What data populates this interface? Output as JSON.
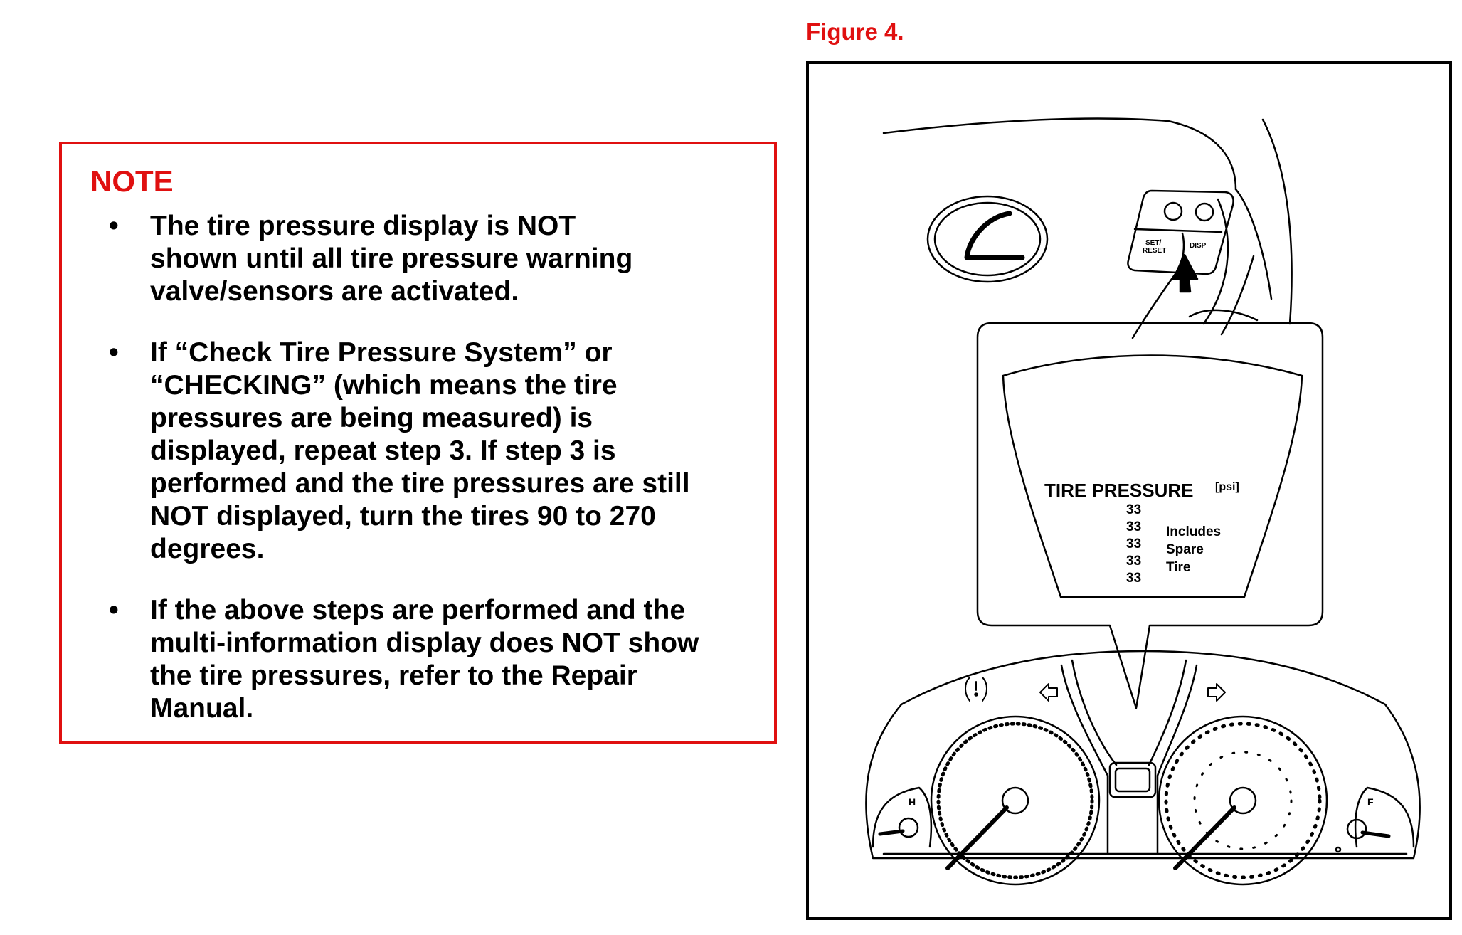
{
  "note": {
    "title": "NOTE",
    "bullet_symbol": "•",
    "bullets": [
      {
        "lines": [
          "The tire pressure display is NOT",
          "shown until all tire pressure warning",
          "valve/sensors are activated."
        ]
      },
      {
        "lines": [
          "If “Check Tire Pressure System” or",
          "“CHECKING” (which means the tire",
          "pressures are being measured) is",
          "displayed, repeat step 3.  If step 3 is",
          "performed and the tire pressures are still",
          "NOT displayed, turn the tires 90 to 270",
          "degrees."
        ]
      },
      {
        "lines": [
          "If the above steps are performed and the",
          "multi-information display does NOT show",
          "the tire pressures, refer to the Repair",
          "Manual."
        ]
      }
    ]
  },
  "figure": {
    "label": "Figure 4.",
    "switch": {
      "set_reset": "SET/\nRESET",
      "set_line1": "SET/",
      "set_line2": "RESET",
      "disp": "DISP"
    },
    "display": {
      "heading": "TIRE PRESSURE",
      "unit": "[psi]",
      "values": [
        "33",
        "33",
        "33",
        "33",
        "33"
      ],
      "note_lines": [
        "Includes",
        "Spare",
        "Tire"
      ]
    },
    "gauges": {
      "temp_hot": "H",
      "fuel_full": "F"
    }
  },
  "colors": {
    "accent_red": "#e01010"
  }
}
